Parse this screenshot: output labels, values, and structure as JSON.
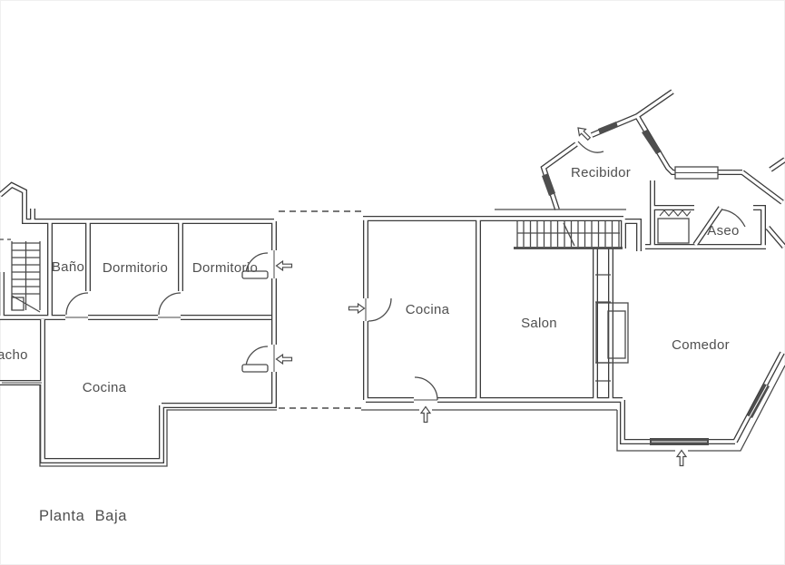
{
  "title": {
    "label": "Planta Baja"
  },
  "rooms": {
    "bano": "Baño",
    "dormitorio1": "Dormitorio",
    "dormitorio2": "Dormitorio",
    "despacho_partial": "acho",
    "cocina_left": "Cocina",
    "cocina_middle": "Cocina",
    "salon": "Salon",
    "comedor": "Comedor",
    "recibidor": "Recibidor",
    "aseo": "Aseo"
  },
  "annotations": {
    "entry_arrow_count": 6,
    "entry_arrow_icons": [
      "arrow-left-icon",
      "arrow-left-icon",
      "arrow-right-icon",
      "arrow-up-icon",
      "arrow-up-icon",
      "arrow-down-left-icon"
    ]
  },
  "colors": {
    "wall": "#3b3b3b",
    "wall_core": "#ffffff",
    "line": "#4a4a4a",
    "text": "#4f4f4f",
    "window_glass": "#4e4e4e",
    "background": "#ffffff"
  }
}
